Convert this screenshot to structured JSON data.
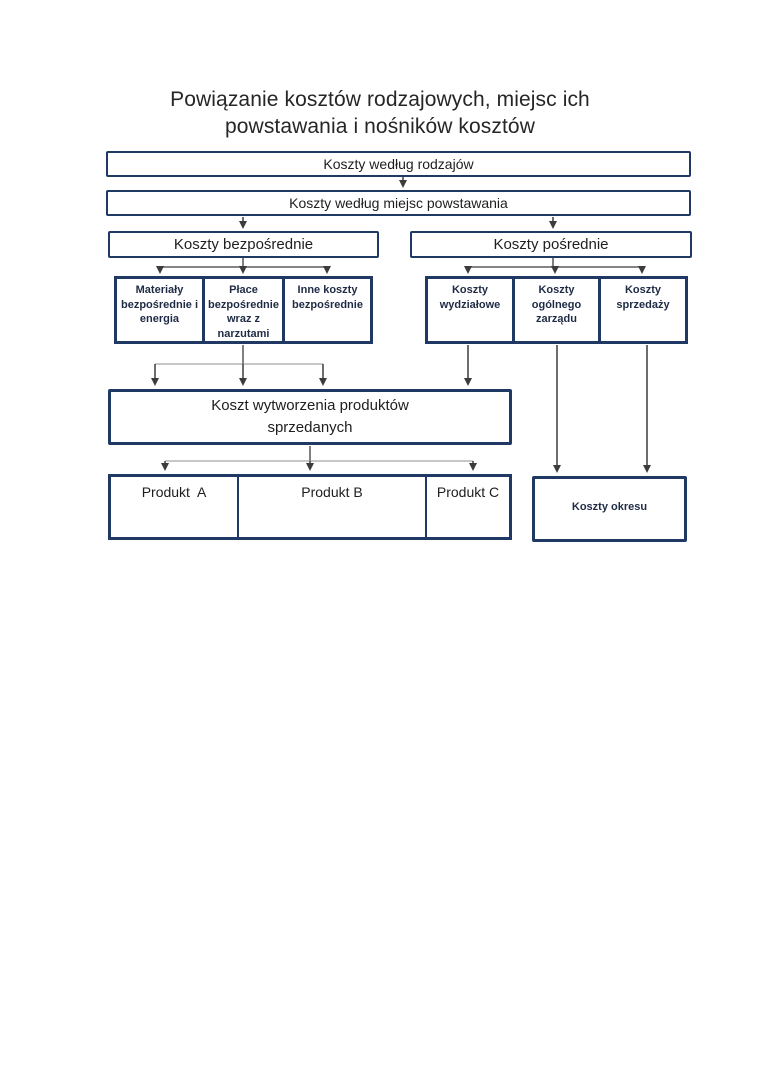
{
  "title": {
    "line1": "Powiązanie kosztów rodzajowych, miejsc ich",
    "line2": "powstawania i nośników kosztów"
  },
  "nodes": {
    "rodzaje": "Koszty według rodzajów",
    "miejsca": "Koszty według miejsc powstawania",
    "bezposrednie": "Koszty bezpośrednie",
    "posrednie": "Koszty pośrednie",
    "materialy": "Materiały bezpośrednie i energia",
    "place": "Płace bezpośrednie wraz z narzutami",
    "inne_koszty": "Inne koszty bezpośrednie",
    "wydzialowe": "Koszty wydziałowe",
    "ogolny_zarzad": "Koszty ogólnego zarządu",
    "sprzedazy": "Koszty sprzedaży",
    "wytworzenie": "Koszt wytworzenia produktów sprzedanych",
    "produkt_a": "Produkt  A",
    "produkt_b": "Produkt B",
    "produkt_c": "Produkt C",
    "okresu": "Koszty okresu"
  },
  "colors": {
    "border": "#1f3864",
    "text": "#1e1e1e",
    "subtext": "#1f2b45",
    "arrow": "#3c3c3c",
    "link": "#8f8f8f",
    "bg": "#ffffff"
  }
}
